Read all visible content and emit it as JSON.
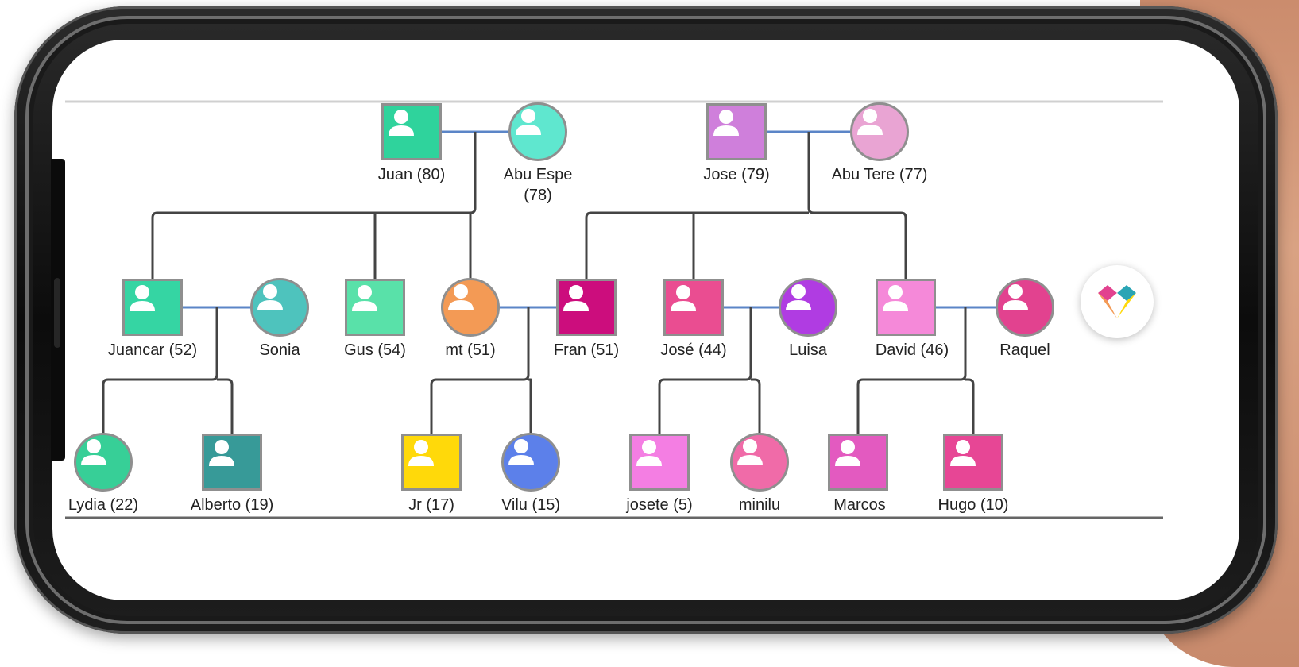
{
  "app": {
    "fab_icon": "heart-logo-icon",
    "colors": {
      "line_partner": "#5b85c7",
      "line_child": "#444444",
      "divider": "#d0d0d0"
    }
  },
  "people": [
    {
      "id": "juan",
      "label": "Juan (80)",
      "shape": "square",
      "color": "#2fd39c"
    },
    {
      "id": "abu_espe",
      "label": "Abu Espe",
      "label2": "(78)",
      "shape": "circle",
      "color": "#5fe7cf"
    },
    {
      "id": "jose",
      "label": "Jose (79)",
      "shape": "square",
      "color": "#cf7fdb"
    },
    {
      "id": "abu_tere",
      "label": "Abu Tere (77)",
      "shape": "circle",
      "color": "#e9a4d3"
    },
    {
      "id": "juancar",
      "label": "Juancar (52)",
      "shape": "square",
      "color": "#35d5a3"
    },
    {
      "id": "sonia",
      "label": "Sonia",
      "shape": "circle",
      "color": "#4ec3bd"
    },
    {
      "id": "gus",
      "label": "Gus (54)",
      "shape": "square",
      "color": "#59e1a9"
    },
    {
      "id": "mt",
      "label": "mt (51)",
      "shape": "circle",
      "color": "#f39a55"
    },
    {
      "id": "fran",
      "label": "Fran (51)",
      "shape": "square",
      "color": "#cc0d7d"
    },
    {
      "id": "jose2",
      "label": "José (44)",
      "shape": "square",
      "color": "#ea4d91"
    },
    {
      "id": "luisa",
      "label": "Luisa",
      "shape": "circle",
      "color": "#b03ce2"
    },
    {
      "id": "david",
      "label": "David (46)",
      "shape": "square",
      "color": "#f589d9"
    },
    {
      "id": "raquel",
      "label": "Raquel",
      "shape": "circle",
      "color": "#e2428f"
    },
    {
      "id": "lydia",
      "label": "Lydia (22)",
      "shape": "circle",
      "color": "#37cf97"
    },
    {
      "id": "alberto",
      "label": "Alberto (19)",
      "shape": "square",
      "color": "#379a98"
    },
    {
      "id": "jr",
      "label": "Jr (17)",
      "shape": "square",
      "color": "#ffd90a"
    },
    {
      "id": "vilu",
      "label": "Vilu (15)",
      "shape": "circle",
      "color": "#5c80ea"
    },
    {
      "id": "josete",
      "label": "josete (5)",
      "shape": "square",
      "color": "#f47ee3"
    },
    {
      "id": "minilu",
      "label": "minilu",
      "shape": "circle",
      "color": "#f06ba8"
    },
    {
      "id": "marcos",
      "label": "Marcos",
      "shape": "square",
      "color": "#e35ac0"
    },
    {
      "id": "hugo",
      "label": "Hugo (10)",
      "shape": "square",
      "color": "#e74695"
    }
  ]
}
